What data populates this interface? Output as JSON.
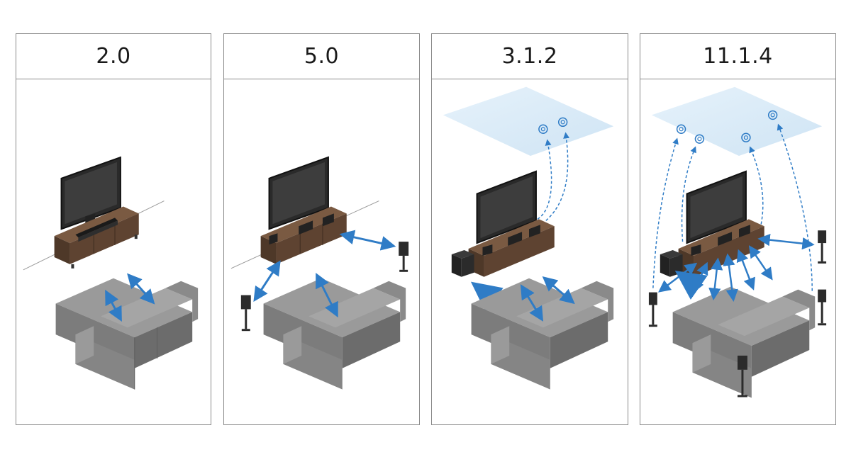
{
  "panels": [
    {
      "label": "2.0"
    },
    {
      "label": "5.0"
    },
    {
      "label": "3.1.2"
    },
    {
      "label": "11.1.4"
    }
  ],
  "colors": {
    "arrow": "#2f7cc6",
    "sofa": "#8c8c8c",
    "sofa_dark": "#6c6c6c",
    "tv_stand": "#5a4130",
    "speaker": "#2b2b2b",
    "ceiling": "#dcedf8",
    "border": "#8a8a8a"
  },
  "icons": [
    "tv-icon",
    "tv-stand-icon",
    "soundbar-icon",
    "center-speaker-icon",
    "floor-speaker-icon",
    "subwoofer-icon",
    "sofa-icon",
    "ceiling-plane",
    "ceiling-speaker-icon",
    "sound-arrow"
  ]
}
